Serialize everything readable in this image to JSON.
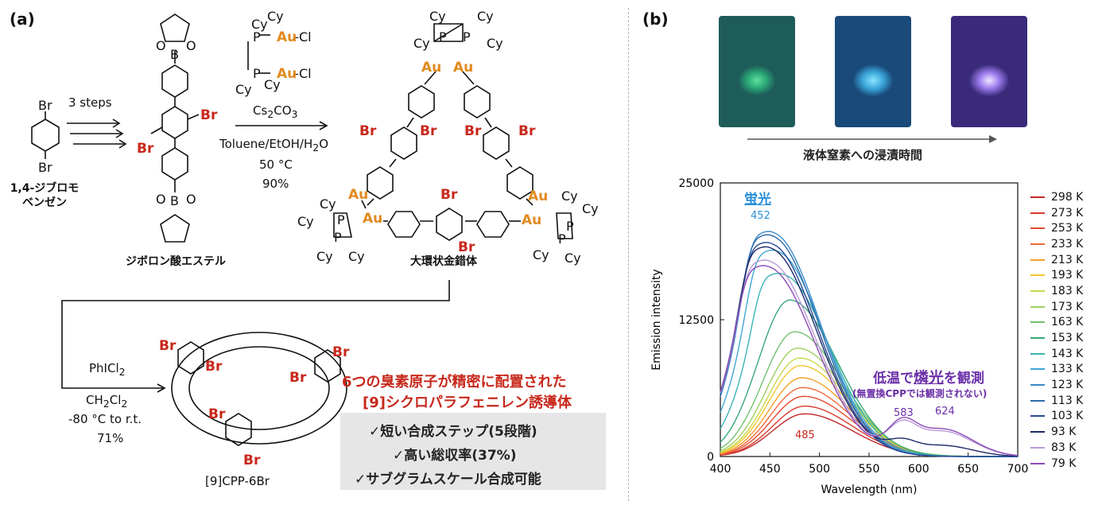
{
  "panel_a_label": "(a)",
  "panel_b_label": "(b)",
  "scheme": {
    "reactant_name": "1,4-ジブロモ\nベンゼン",
    "reactant_name_line1": "1,4-ジブロモ",
    "reactant_name_line2": "ベンゼン",
    "step1": "3 steps",
    "intermediate_name": "ジボロン酸エステル",
    "reagent_cs": "Cs2CO3",
    "solvent": "Toluene/EtOH/H2O",
    "temp": "50 °C",
    "yield1": "90%",
    "complex_name": "大環状金錯体",
    "reagent2": "PhICl2",
    "solvent2": "CH2Cl2",
    "temp2": "-80 °C to r.t.",
    "yield2": "71%",
    "product_name": "[9]CPP-6Br",
    "atoms": {
      "br": "Br",
      "b": "B",
      "o": "O",
      "au": "Au",
      "p": "P",
      "cy": "Cy",
      "cl": "Cl"
    }
  },
  "highlight_line1": "6つの臭素原子が精密に配置された",
  "highlight_line2": "[9]シクロパラフェニレン誘導体",
  "checks": [
    "✓短い合成ステップ(5段階)",
    "✓高い総収率(37%)",
    "✓サブグラムスケール合成可能"
  ],
  "photo_caption": "液体窒素への浸漬時間",
  "colors": {
    "gold": "#e08a1e",
    "bromine": "#c8281c",
    "fluorescence_label": "#2a8fd8",
    "phosphorescence_label": "#6a2fa8"
  },
  "chart_data": {
    "type": "line",
    "xlabel": "Wavelength (nm)",
    "ylabel": "Emission intensity",
    "xlim": [
      400,
      700
    ],
    "ylim": [
      0,
      25000
    ],
    "xticks": [
      400,
      450,
      500,
      550,
      600,
      650,
      700
    ],
    "yticks": [
      0,
      12500,
      25000
    ],
    "legend_placement": "right",
    "annotations": {
      "fluorescence": "蛍光",
      "peak_fl": "452",
      "peak_low": "485",
      "phos_title_pre": "低温で",
      "phos_title_key": "燐光",
      "phos_title_post": "を観測",
      "phos_note": "(無置換CPPでは観測されない)",
      "peak_p1": "583",
      "peak_p2": "624"
    },
    "series": [
      {
        "name": "298 K",
        "color": "#c0282a",
        "peak_x": 485,
        "peak_y": 3900,
        "phos": 0
      },
      {
        "name": "273 K",
        "color": "#d83a2a",
        "peak_x": 485,
        "peak_y": 4600,
        "phos": 0
      },
      {
        "name": "253 K",
        "color": "#e44a30",
        "peak_x": 484,
        "peak_y": 5500,
        "phos": 0
      },
      {
        "name": "233 K",
        "color": "#f06a3a",
        "peak_x": 483,
        "peak_y": 6300,
        "phos": 0
      },
      {
        "name": "213 K",
        "color": "#f5a02a",
        "peak_x": 482,
        "peak_y": 7200,
        "phos": 0
      },
      {
        "name": "193 K",
        "color": "#f0c82e",
        "peak_x": 481,
        "peak_y": 8300,
        "phos": 0
      },
      {
        "name": "183 K",
        "color": "#c8d84a",
        "peak_x": 480,
        "peak_y": 9000,
        "phos": 0
      },
      {
        "name": "173 K",
        "color": "#a0d060",
        "peak_x": 478,
        "peak_y": 9900,
        "phos": 0
      },
      {
        "name": "163 K",
        "color": "#72c070",
        "peak_x": 475,
        "peak_y": 11400,
        "phos": 0
      },
      {
        "name": "153 K",
        "color": "#3aa878",
        "peak_x": 470,
        "peak_y": 14300,
        "phos": 0
      },
      {
        "name": "143 K",
        "color": "#3cb4b4",
        "peak_x": 462,
        "peak_y": 16600,
        "phos": 0
      },
      {
        "name": "133 K",
        "color": "#40a6d8",
        "peak_x": 456,
        "peak_y": 18700,
        "phos": 0
      },
      {
        "name": "123 K",
        "color": "#3a8ac8",
        "peak_x": 452,
        "peak_y": 20400,
        "phos": 0
      },
      {
        "name": "113 K",
        "color": "#2e6aaa",
        "peak_x": 451,
        "peak_y": 20100,
        "phos": 0
      },
      {
        "name": "103 K",
        "color": "#2a4a96",
        "peak_x": 450,
        "peak_y": 19400,
        "phos": 0
      },
      {
        "name": "93 K",
        "color": "#1c2a6a",
        "peak_x": 449,
        "peak_y": 19000,
        "phos": 1000
      },
      {
        "name": "83 K",
        "color": "#b89ad8",
        "peak_x": 448,
        "peak_y": 17800,
        "phos": 2300
      },
      {
        "name": "79 K",
        "color": "#8a4ab8",
        "peak_x": 447,
        "peak_y": 17300,
        "phos": 2500
      }
    ]
  }
}
